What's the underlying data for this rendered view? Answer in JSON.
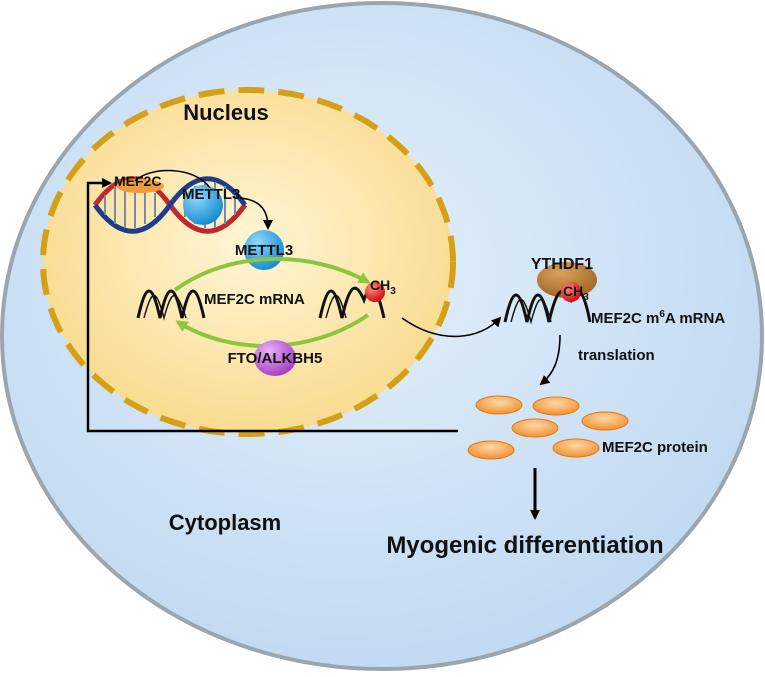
{
  "labels": {
    "nucleus": "Nucleus",
    "cytoplasm": "Cytoplasm",
    "gene": "MEF2C",
    "writer_on_dna": "METTL3",
    "writer": "METTL3",
    "mrna": "MEF2C mRNA",
    "methyl_ch": "CH",
    "methyl_sub": "3",
    "eraser": "FTO/ALKBH5",
    "reader": "YTHDF1",
    "reader_methyl_ch": "CH",
    "reader_methyl_sub": "3",
    "m6a_prefix": "MEF2C m",
    "m6a_sup": "6",
    "m6a_suffix": "A mRNA",
    "translation": "translation",
    "protein": "MEF2C protein",
    "outcome": "Myogenic differentiation"
  },
  "colors": {
    "cell_fill": "#cfe3f6",
    "cell_stroke": "#9aa5ae",
    "nucleus_fill": "#fbe4a0",
    "nucleus_dash": "#d4a017",
    "mettl3": "#1fa3e0",
    "fto": "#c05fd6",
    "ythdf1": "#b7772a",
    "methyl": "#e0191b",
    "protein": "#f39a3c",
    "cycle_arrow": "#8cc63f"
  }
}
